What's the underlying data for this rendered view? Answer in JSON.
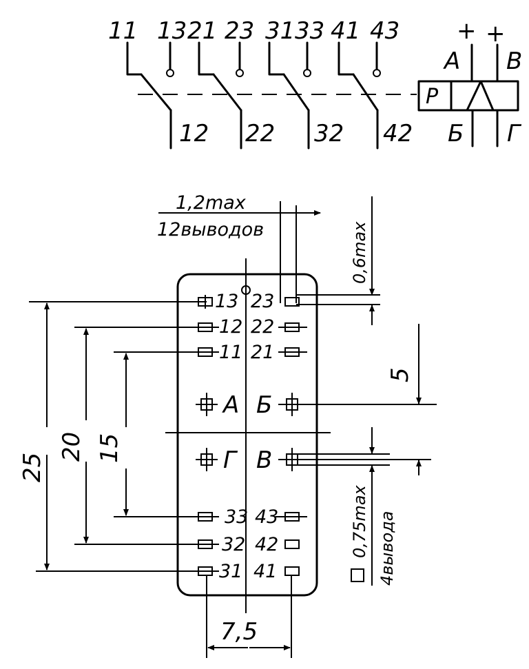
{
  "schematic": {
    "contacts": [
      {
        "common": "11",
        "normally_open": "13",
        "normally_closed": "12"
      },
      {
        "common": "21",
        "normally_open": "23",
        "normally_closed": "22"
      },
      {
        "common": "31",
        "normally_open": "33",
        "normally_closed": "32"
      },
      {
        "common": "41",
        "normally_open": "43",
        "normally_closed": "42"
      }
    ],
    "coil": {
      "label": "P",
      "plus_left": "+",
      "plus_right": "+",
      "terminal_a": "A",
      "terminal_b": "B",
      "terminal_b_cyr": "Б",
      "terminal_g": "Г"
    }
  },
  "drawing": {
    "pin_width_top": "1,2max",
    "pin_count_text": "12выводов",
    "pin_offset": "0,6max",
    "pin_pitch": "5",
    "coil_pin_size_prefix": "□",
    "coil_pin_size": "0,75max",
    "coil_pin_count_text": "4вывода",
    "dim_25": "25",
    "dim_20": "20",
    "dim_15": "15",
    "dim_7_5": "7,5",
    "pin_labels": {
      "p13": "13",
      "p23": "23",
      "p12": "12",
      "p22": "22",
      "p11": "11",
      "p21": "21",
      "pA": "A",
      "pB6": "Б",
      "pG": "Г",
      "pB": "B",
      "p33": "33",
      "p43": "43",
      "p32": "32",
      "p42": "42",
      "p31": "31",
      "p41": "41"
    }
  }
}
